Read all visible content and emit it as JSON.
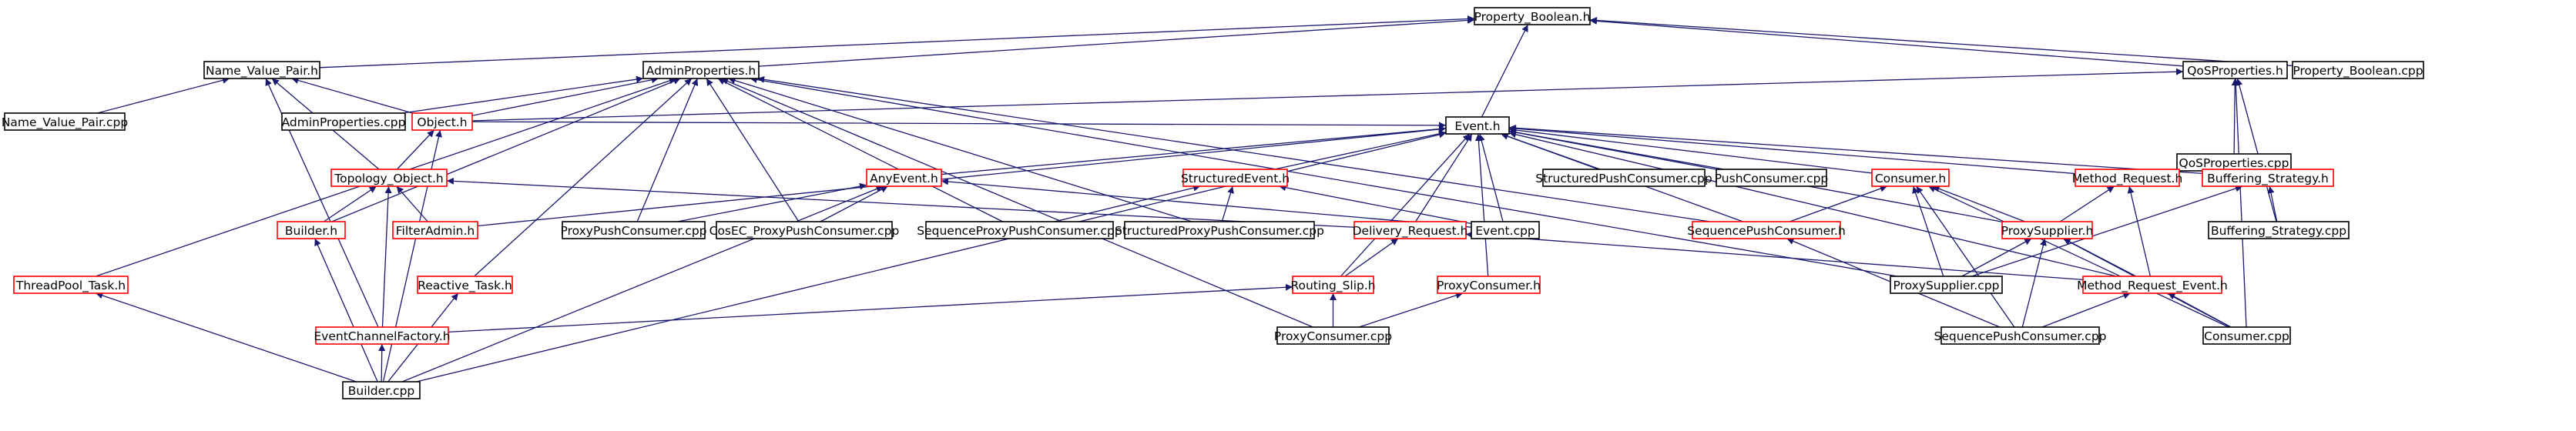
{
  "diagram": {
    "colors": {
      "root_fill": "#bfbfbf",
      "documented_border": "#000000",
      "undocumented_border": "#ff0000",
      "edge": "#191970"
    },
    "nodes": [
      {
        "id": "property_boolean_h",
        "label": "Property_Boolean.h",
        "border": "black",
        "root": true
      },
      {
        "id": "name_value_pair_h",
        "label": "Name_Value_Pair.h",
        "border": "black"
      },
      {
        "id": "adminproperties_h",
        "label": "AdminProperties.h",
        "border": "black"
      },
      {
        "id": "qosproperties_h",
        "label": "QoSProperties.h",
        "border": "black"
      },
      {
        "id": "property_boolean_cpp",
        "label": "Property_Boolean.cpp",
        "border": "black"
      },
      {
        "id": "name_value_pair_cpp",
        "label": "Name_Value_Pair.cpp",
        "border": "black"
      },
      {
        "id": "adminproperties_cpp",
        "label": "AdminProperties.cpp",
        "border": "black"
      },
      {
        "id": "object_h",
        "label": "Object.h",
        "border": "red"
      },
      {
        "id": "event_h",
        "label": "Event.h",
        "border": "black"
      },
      {
        "id": "qosproperties_cpp",
        "label": "QoSProperties.cpp",
        "border": "black"
      },
      {
        "id": "topology_object_h",
        "label": "Topology_Object.h",
        "border": "red"
      },
      {
        "id": "anyevent_h",
        "label": "AnyEvent.h",
        "border": "red"
      },
      {
        "id": "structuredevent_h",
        "label": "StructuredEvent.h",
        "border": "red"
      },
      {
        "id": "structuredpushconsumer_cpp",
        "label": "StructuredPushConsumer.cpp",
        "border": "black"
      },
      {
        "id": "pushconsumer_cpp",
        "label": "PushConsumer.cpp",
        "border": "black"
      },
      {
        "id": "consumer_h",
        "label": "Consumer.h",
        "border": "red"
      },
      {
        "id": "method_request_h",
        "label": "Method_Request.h",
        "border": "red"
      },
      {
        "id": "buffering_strategy_h",
        "label": "Buffering_Strategy.h",
        "border": "red"
      },
      {
        "id": "builder_h",
        "label": "Builder.h",
        "border": "red"
      },
      {
        "id": "filteradmin_h",
        "label": "FilterAdmin.h",
        "border": "red"
      },
      {
        "id": "proxypushconsumer_cpp",
        "label": "ProxyPushConsumer.cpp",
        "border": "black"
      },
      {
        "id": "cosec_proxypushconsumer_cpp",
        "label": "CosEC_ProxyPushConsumer.cpp",
        "border": "black"
      },
      {
        "id": "sequenceproxypushconsumer_cpp",
        "label": "SequenceProxyPushConsumer.cpp",
        "border": "black"
      },
      {
        "id": "structuredproxypushconsumer_cpp",
        "label": "StructuredProxyPushConsumer.cpp",
        "border": "black"
      },
      {
        "id": "delivery_request_h",
        "label": "Delivery_Request.h",
        "border": "red"
      },
      {
        "id": "event_cpp",
        "label": "Event.cpp",
        "border": "black"
      },
      {
        "id": "sequencepushconsumer_h",
        "label": "SequencePushConsumer.h",
        "border": "red"
      },
      {
        "id": "proxysupplier_h",
        "label": "ProxySupplier.h",
        "border": "red"
      },
      {
        "id": "buffering_strategy_cpp",
        "label": "Buffering_Strategy.cpp",
        "border": "black"
      },
      {
        "id": "threadpool_task_h",
        "label": "ThreadPool_Task.h",
        "border": "red"
      },
      {
        "id": "reactive_task_h",
        "label": "Reactive_Task.h",
        "border": "red"
      },
      {
        "id": "routing_slip_h",
        "label": "Routing_Slip.h",
        "border": "red"
      },
      {
        "id": "proxyconsumer_h",
        "label": "ProxyConsumer.h",
        "border": "red"
      },
      {
        "id": "proxysupplier_cpp",
        "label": "ProxySupplier.cpp",
        "border": "black"
      },
      {
        "id": "method_request_event_h",
        "label": "Method_Request_Event.h",
        "border": "red"
      },
      {
        "id": "eventchannelfactory_h",
        "label": "EventChannelFactory.h",
        "border": "red"
      },
      {
        "id": "proxyconsumer_cpp",
        "label": "ProxyConsumer.cpp",
        "border": "black"
      },
      {
        "id": "sequencepushconsumer_cpp",
        "label": "SequencePushConsumer.cpp",
        "border": "black"
      },
      {
        "id": "consumer_cpp",
        "label": "Consumer.cpp",
        "border": "black"
      },
      {
        "id": "builder_cpp",
        "label": "Builder.cpp",
        "border": "black"
      }
    ],
    "edges": [
      [
        "name_value_pair_h",
        "property_boolean_h"
      ],
      [
        "adminproperties_h",
        "property_boolean_h"
      ],
      [
        "qosproperties_h",
        "property_boolean_h"
      ],
      [
        "property_boolean_cpp",
        "property_boolean_h"
      ],
      [
        "event_h",
        "property_boolean_h"
      ],
      [
        "name_value_pair_cpp",
        "name_value_pair_h"
      ],
      [
        "object_h",
        "name_value_pair_h"
      ],
      [
        "topology_object_h",
        "name_value_pair_h"
      ],
      [
        "eventchannelfactory_h",
        "name_value_pair_h"
      ],
      [
        "adminproperties_cpp",
        "adminproperties_h"
      ],
      [
        "object_h",
        "adminproperties_h"
      ],
      [
        "builder_h",
        "adminproperties_h"
      ],
      [
        "threadpool_task_h",
        "adminproperties_h"
      ],
      [
        "reactive_task_h",
        "adminproperties_h"
      ],
      [
        "proxypushconsumer_cpp",
        "adminproperties_h"
      ],
      [
        "cosec_proxypushconsumer_cpp",
        "adminproperties_h"
      ],
      [
        "sequenceproxypushconsumer_cpp",
        "adminproperties_h"
      ],
      [
        "structuredproxypushconsumer_cpp",
        "adminproperties_h"
      ],
      [
        "proxyconsumer_cpp",
        "adminproperties_h"
      ],
      [
        "sequencepushconsumer_h",
        "adminproperties_h"
      ],
      [
        "proxysupplier_cpp",
        "adminproperties_h"
      ],
      [
        "qosproperties_cpp",
        "qosproperties_h"
      ],
      [
        "buffering_strategy_cpp",
        "qosproperties_h"
      ],
      [
        "consumer_cpp",
        "qosproperties_h"
      ],
      [
        "object_h",
        "qosproperties_h"
      ],
      [
        "topology_object_h",
        "object_h"
      ],
      [
        "builder_cpp",
        "object_h"
      ],
      [
        "builder_h",
        "topology_object_h"
      ],
      [
        "filteradmin_h",
        "topology_object_h"
      ],
      [
        "eventchannelfactory_h",
        "topology_object_h"
      ],
      [
        "delivery_request_h",
        "topology_object_h"
      ],
      [
        "object_h",
        "event_h"
      ],
      [
        "anyevent_h",
        "event_h"
      ],
      [
        "structuredevent_h",
        "event_h"
      ],
      [
        "structuredpushconsumer_cpp",
        "event_h"
      ],
      [
        "pushconsumer_cpp",
        "event_h"
      ],
      [
        "consumer_h",
        "event_h"
      ],
      [
        "method_request_h",
        "event_h"
      ],
      [
        "buffering_strategy_h",
        "event_h"
      ],
      [
        "delivery_request_h",
        "event_h"
      ],
      [
        "event_cpp",
        "event_h"
      ],
      [
        "sequencepushconsumer_h",
        "event_h"
      ],
      [
        "proxysupplier_h",
        "event_h"
      ],
      [
        "routing_slip_h",
        "event_h"
      ],
      [
        "proxyconsumer_h",
        "event_h"
      ],
      [
        "method_request_event_h",
        "event_h"
      ],
      [
        "builder_cpp",
        "event_h"
      ],
      [
        "filteradmin_h",
        "event_h"
      ],
      [
        "proxypushconsumer_cpp",
        "anyevent_h"
      ],
      [
        "cosec_proxypushconsumer_cpp",
        "anyevent_h"
      ],
      [
        "event_cpp",
        "anyevent_h"
      ],
      [
        "builder_cpp",
        "anyevent_h"
      ],
      [
        "sequenceproxypushconsumer_cpp",
        "structuredevent_h"
      ],
      [
        "structuredproxypushconsumer_cpp",
        "structuredevent_h"
      ],
      [
        "event_cpp",
        "structuredevent_h"
      ],
      [
        "sequencepushconsumer_h",
        "consumer_h"
      ],
      [
        "proxysupplier_h",
        "consumer_h"
      ],
      [
        "proxysupplier_cpp",
        "consumer_h"
      ],
      [
        "consumer_cpp",
        "consumer_h"
      ],
      [
        "sequencepushconsumer_cpp",
        "consumer_h"
      ],
      [
        "method_request_event_h",
        "method_request_h"
      ],
      [
        "proxysupplier_h",
        "method_request_h"
      ],
      [
        "proxysupplier_cpp",
        "buffering_strategy_h"
      ],
      [
        "buffering_strategy_cpp",
        "buffering_strategy_h"
      ],
      [
        "builder_cpp",
        "builder_h"
      ],
      [
        "routing_slip_h",
        "delivery_request_h"
      ],
      [
        "method_request_event_h",
        "delivery_request_h"
      ],
      [
        "sequencepushconsumer_cpp",
        "sequencepushconsumer_h"
      ],
      [
        "proxysupplier_cpp",
        "proxysupplier_h"
      ],
      [
        "method_request_event_h",
        "proxysupplier_h"
      ],
      [
        "sequencepushconsumer_cpp",
        "proxysupplier_h"
      ],
      [
        "consumer_cpp",
        "proxysupplier_h"
      ],
      [
        "builder_cpp",
        "threadpool_task_h"
      ],
      [
        "builder_cpp",
        "reactive_task_h"
      ],
      [
        "proxyconsumer_cpp",
        "routing_slip_h"
      ],
      [
        "eventchannelfactory_h",
        "routing_slip_h"
      ],
      [
        "proxyconsumer_cpp",
        "proxyconsumer_h"
      ],
      [
        "sequencepushconsumer_cpp",
        "method_request_event_h"
      ],
      [
        "consumer_cpp",
        "method_request_event_h"
      ],
      [
        "builder_cpp",
        "eventchannelfactory_h"
      ]
    ]
  }
}
